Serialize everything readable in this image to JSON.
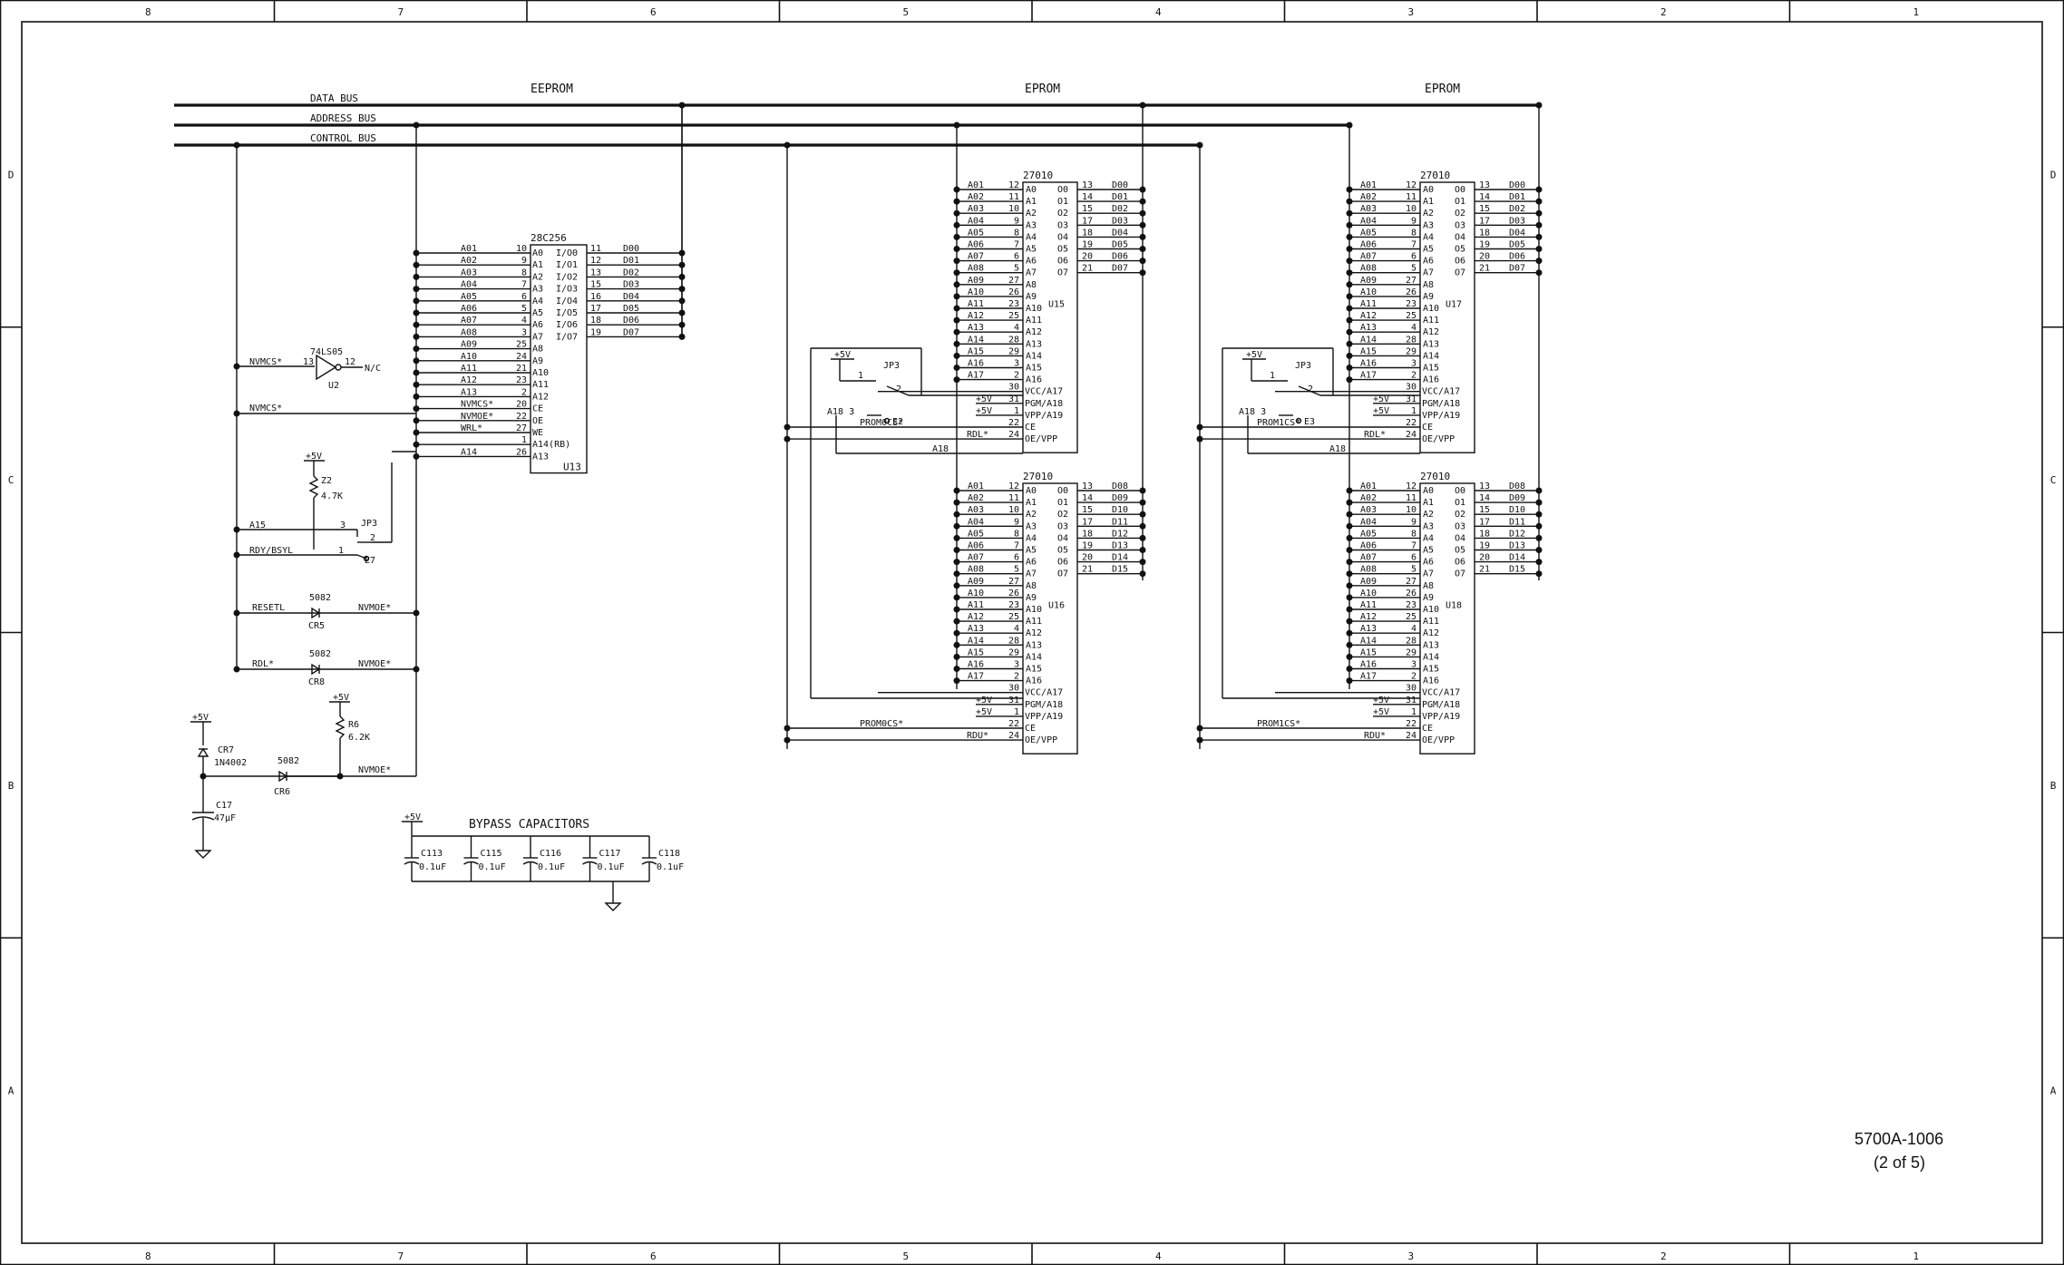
{
  "frame": {
    "columns": [
      "8",
      "7",
      "6",
      "5",
      "4",
      "3",
      "2",
      "1"
    ],
    "rows": [
      "D",
      "C",
      "B",
      "A"
    ]
  },
  "buses": {
    "data": "DATA BUS",
    "address": "ADDRESS BUS",
    "control": "CONTROL BUS"
  },
  "headings": {
    "eeprom": "EEPROM",
    "eprom_left": "EPROM",
    "eprom_right": "EPROM"
  },
  "u13": {
    "part": "28C256",
    "ref": "U13",
    "left_pins": [
      {
        "net": "A01",
        "num": "10",
        "name": "A0"
      },
      {
        "net": "A02",
        "num": "9",
        "name": "A1"
      },
      {
        "net": "A03",
        "num": "8",
        "name": "A2"
      },
      {
        "net": "A04",
        "num": "7",
        "name": "A3"
      },
      {
        "net": "A05",
        "num": "6",
        "name": "A4"
      },
      {
        "net": "A06",
        "num": "5",
        "name": "A5"
      },
      {
        "net": "A07",
        "num": "4",
        "name": "A6"
      },
      {
        "net": "A08",
        "num": "3",
        "name": "A7"
      },
      {
        "net": "A09",
        "num": "25",
        "name": "A8"
      },
      {
        "net": "A10",
        "num": "24",
        "name": "A9"
      },
      {
        "net": "A11",
        "num": "21",
        "name": "A10"
      },
      {
        "net": "A12",
        "num": "23",
        "name": "A11"
      },
      {
        "net": "A13",
        "num": "2",
        "name": "A12"
      },
      {
        "net": "NVMCS*",
        "num": "20",
        "name": "CE"
      },
      {
        "net": "NVMOE*",
        "num": "22",
        "name": "OE"
      },
      {
        "net": "WRL*",
        "num": "27",
        "name": "WE"
      },
      {
        "net": "",
        "num": "1",
        "name": "A14(RB)"
      },
      {
        "net": "A14",
        "num": "26",
        "name": "A13"
      }
    ],
    "right_pins": [
      {
        "name": "I/O0",
        "num": "11",
        "net": "D00"
      },
      {
        "name": "I/O1",
        "num": "12",
        "net": "D01"
      },
      {
        "name": "I/O2",
        "num": "13",
        "net": "D02"
      },
      {
        "name": "I/O3",
        "num": "15",
        "net": "D03"
      },
      {
        "name": "I/O4",
        "num": "16",
        "net": "D04"
      },
      {
        "name": "I/O5",
        "num": "17",
        "net": "D05"
      },
      {
        "name": "I/O6",
        "num": "18",
        "net": "D06"
      },
      {
        "name": "I/O7",
        "num": "19",
        "net": "D07"
      }
    ]
  },
  "u2": {
    "part": "74LS05",
    "ref": "U2",
    "in_net": "NVMCS*",
    "in_pin": "13",
    "out_pin": "12",
    "out_net": "N/C"
  },
  "left_nets": {
    "nvmcs": "NVMCS*",
    "a15": "A15",
    "rdy": "RDY/BSYL",
    "resetl": "RESETL",
    "rdl": "RDL*",
    "nvmoe": "NVMOE*"
  },
  "z2": {
    "supply": "+5V",
    "ref": "Z2",
    "value": "4.7K"
  },
  "jp3_left": {
    "ref": "JP3",
    "pin1": "1",
    "pin2": "2",
    "pin3": "3",
    "post": "E7"
  },
  "cr5": {
    "part": "5082",
    "ref": "CR5"
  },
  "cr8": {
    "part": "5082",
    "ref": "CR8"
  },
  "cr6": {
    "part": "5082",
    "ref": "CR6"
  },
  "cr7": {
    "ref": "CR7",
    "part": "1N4002",
    "supply": "+5V"
  },
  "r6": {
    "ref": "R6",
    "value": "6.2K",
    "supply": "+5V"
  },
  "c17": {
    "ref": "C17",
    "value": "47µF"
  },
  "bypass": {
    "title": "BYPASS CAPACITORS",
    "supply": "+5V",
    "caps": [
      {
        "ref": "C113",
        "value": "0.1uF"
      },
      {
        "ref": "C115",
        "value": "0.1uF"
      },
      {
        "ref": "C116",
        "value": "0.1uF"
      },
      {
        "ref": "C117",
        "value": "0.1uF"
      },
      {
        "ref": "C118",
        "value": "0.1uF"
      }
    ]
  },
  "eprom_chip": {
    "part": "27010",
    "left_pins": [
      {
        "net": "A01",
        "num": "12",
        "name": "A0"
      },
      {
        "net": "A02",
        "num": "11",
        "name": "A1"
      },
      {
        "net": "A03",
        "num": "10",
        "name": "A2"
      },
      {
        "net": "A04",
        "num": "9",
        "name": "A3"
      },
      {
        "net": "A05",
        "num": "8",
        "name": "A4"
      },
      {
        "net": "A06",
        "num": "7",
        "name": "A5"
      },
      {
        "net": "A07",
        "num": "6",
        "name": "A6"
      },
      {
        "net": "A08",
        "num": "5",
        "name": "A7"
      },
      {
        "net": "A09",
        "num": "27",
        "name": "A8"
      },
      {
        "net": "A10",
        "num": "26",
        "name": "A9"
      },
      {
        "net": "A11",
        "num": "23",
        "name": "A10"
      },
      {
        "net": "A12",
        "num": "25",
        "name": "A11"
      },
      {
        "net": "A13",
        "num": "4",
        "name": "A12"
      },
      {
        "net": "A14",
        "num": "28",
        "name": "A13"
      },
      {
        "net": "A15",
        "num": "29",
        "name": "A14"
      },
      {
        "net": "A16",
        "num": "3",
        "name": "A15"
      },
      {
        "net": "A17",
        "num": "2",
        "name": "A16"
      }
    ],
    "ctrl_pins": [
      {
        "net": "",
        "num": "30",
        "name": "VCC/A17"
      },
      {
        "net": "+5V",
        "num": "31",
        "name": "PGM/A18"
      },
      {
        "net": "+5V",
        "num": "1",
        "name": "VPP/A19"
      },
      {
        "net": "",
        "num": "22",
        "name": "CE"
      },
      {
        "net": "",
        "num": "24",
        "name": "OE/VPP"
      }
    ],
    "outputs": [
      "O0",
      "O1",
      "O2",
      "O3",
      "O4",
      "O5",
      "O6",
      "O7"
    ],
    "out_nums": [
      "13",
      "14",
      "15",
      "17",
      "18",
      "19",
      "20",
      "21"
    ]
  },
  "u15": {
    "ref": "U15",
    "data": [
      "D00",
      "D01",
      "D02",
      "D03",
      "D04",
      "D05",
      "D06",
      "D07"
    ],
    "ce_net": "PROM0CS*",
    "oe_net": "RDL*"
  },
  "u16": {
    "ref": "U16",
    "data": [
      "D08",
      "D09",
      "D10",
      "D11",
      "D12",
      "D13",
      "D14",
      "D15"
    ],
    "ce_net": "PROM0CS*",
    "oe_net": "RDU*"
  },
  "u17": {
    "ref": "U17",
    "data": [
      "D00",
      "D01",
      "D02",
      "D03",
      "D04",
      "D05",
      "D06",
      "D07"
    ],
    "ce_net": "PROM1CS*",
    "oe_net": "RDL*"
  },
  "u18": {
    "ref": "U18",
    "data": [
      "D08",
      "D09",
      "D10",
      "D11",
      "D12",
      "D13",
      "D14",
      "D15"
    ],
    "ce_net": "PROM1CS*",
    "oe_net": "RDU*"
  },
  "jp3_mid": {
    "ref": "JP3",
    "supply": "+5V",
    "pin1": "1",
    "pin2": "2",
    "pin3": "3",
    "a18": "A18",
    "post": "E2",
    "net": "A18"
  },
  "jp3_right": {
    "ref": "JP3",
    "supply": "+5V",
    "pin1": "1",
    "pin2": "2",
    "pin3": "3",
    "a18": "A18",
    "post": "E3",
    "net": "A18"
  },
  "title_block": {
    "drawing_no": "5700A-1006",
    "sheet": "(2 of 5)"
  }
}
